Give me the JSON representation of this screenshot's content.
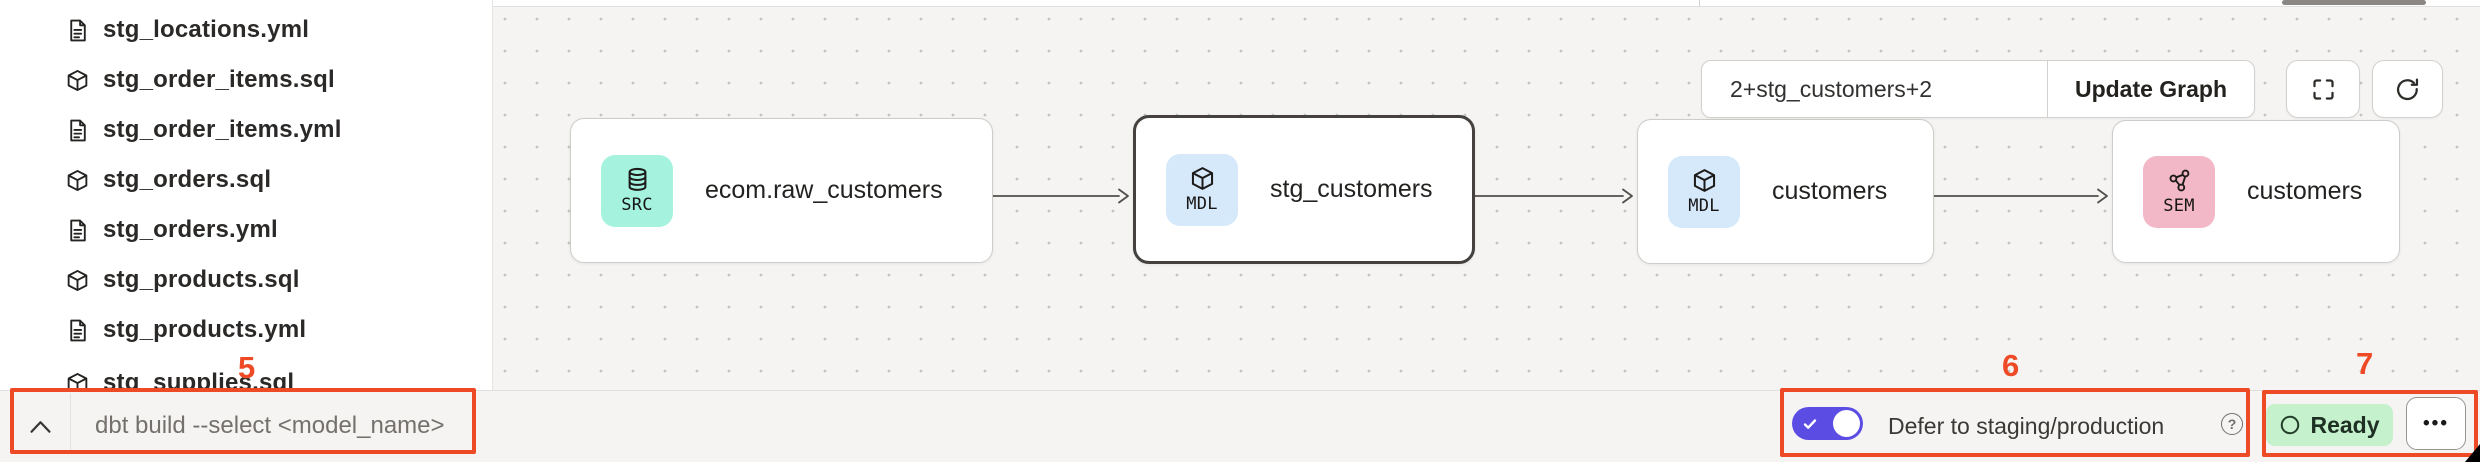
{
  "sidebar": {
    "files": [
      {
        "name": "stg_locations.yml",
        "type": "yml"
      },
      {
        "name": "stg_order_items.sql",
        "type": "sql"
      },
      {
        "name": "stg_order_items.yml",
        "type": "yml"
      },
      {
        "name": "stg_orders.sql",
        "type": "sql"
      },
      {
        "name": "stg_orders.yml",
        "type": "yml"
      },
      {
        "name": "stg_products.sql",
        "type": "sql"
      },
      {
        "name": "stg_products.yml",
        "type": "yml"
      },
      {
        "name": "stg_supplies.sql",
        "type": "sql"
      }
    ]
  },
  "lineage": {
    "selector_value": "2+stg_customers+2",
    "update_button_label": "Update Graph",
    "nodes": [
      {
        "badge": "SRC",
        "label": "ecom.raw_customers",
        "selected": false
      },
      {
        "badge": "MDL",
        "label": "stg_customers",
        "selected": true
      },
      {
        "badge": "MDL",
        "label": "customers",
        "selected": false
      },
      {
        "badge": "SEM",
        "label": "customers",
        "selected": false
      }
    ]
  },
  "bottom_bar": {
    "command_placeholder": "dbt build --select <model_name>",
    "defer_toggle_label": "Defer to staging/production",
    "defer_toggle_state": "on",
    "ready_status_label": "Ready"
  },
  "annotations": {
    "steps": [
      "5",
      "6",
      "7"
    ]
  },
  "icons": {
    "help_glyph": "?",
    "more_glyph": "•••"
  },
  "colors": {
    "annotation_red": "#EE4A26",
    "toggle_purple": "#5B4CE4",
    "ready_green_bg": "#C5F1CC",
    "badge_src_mint": "#A5F2DF",
    "badge_mdl_blue": "#D6E9FB",
    "badge_sem_pink": "#F3B8C8",
    "canvas_bg": "#F5F4F3",
    "selected_node_border": "#44413E"
  }
}
